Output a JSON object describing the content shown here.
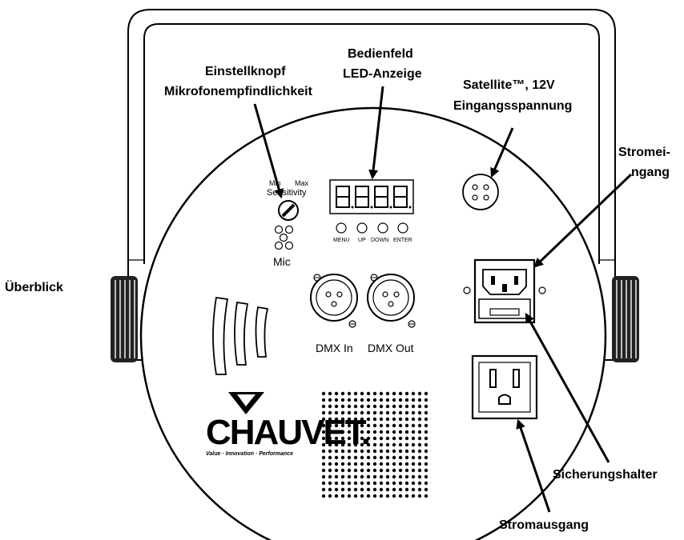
{
  "labels": {
    "overview": "Überblick",
    "knob_line1": "Einstellknopf",
    "knob_line2": "Mikrofonempfindlichkeit",
    "panel_line1": "Bedienfeld",
    "panel_line2": "LED-Anzeige",
    "satellite_line1": "Satellite™, 12V",
    "satellite_line2": "Eingangsspannung",
    "power_in_line1": "Stromei-",
    "power_in_line2": "ngang",
    "fuse": "Sicherungshalter",
    "power_out": "Stromausgang"
  },
  "device": {
    "sens_min": "Min",
    "sens_max": "Max",
    "sensitivity": "Sensitivity",
    "mic": "Mic",
    "buttons": [
      "MENU",
      "UP",
      "DOWN",
      "ENTER"
    ],
    "dmx_in": "DMX In",
    "dmx_out": "DMX Out",
    "brand": "CHAUVET.",
    "tagline": "Value · Innovation · Performance"
  }
}
